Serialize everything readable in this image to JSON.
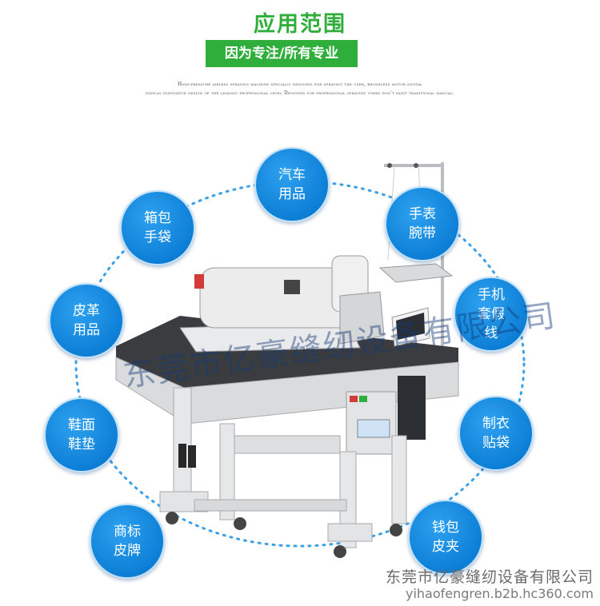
{
  "header": {
    "title": "应用范围",
    "subtitle": "因为专注/所有专业",
    "desc_line1": "High-pressure airless spraying machine specially designed for spraying the user, brushless motor digital",
    "desc_line2": "display innovative design of the leading professional level Designed for professional spraying users don't paint traditional manual."
  },
  "applications": [
    {
      "label": "汽车用品"
    },
    {
      "label": "手表腕带"
    },
    {
      "label": "手机套假线"
    },
    {
      "label": "制衣贴袋"
    },
    {
      "label": "钱包皮夹"
    },
    {
      "label": "商标皮牌"
    },
    {
      "label": "鞋面鞋垫"
    },
    {
      "label": "皮革用品"
    },
    {
      "label": "箱包手袋"
    }
  ],
  "watermark": {
    "overlay_text": "东莞市亿豪缝纫设备有限公司",
    "company": "东莞市亿豪缝纫设备有限公司",
    "url": "yihaofengren.b2b.hc360.com"
  },
  "colors": {
    "accent_green": "#2fae3c",
    "circle_blue": "#0d7fd6",
    "ring_dots": "#3aa0ea"
  }
}
